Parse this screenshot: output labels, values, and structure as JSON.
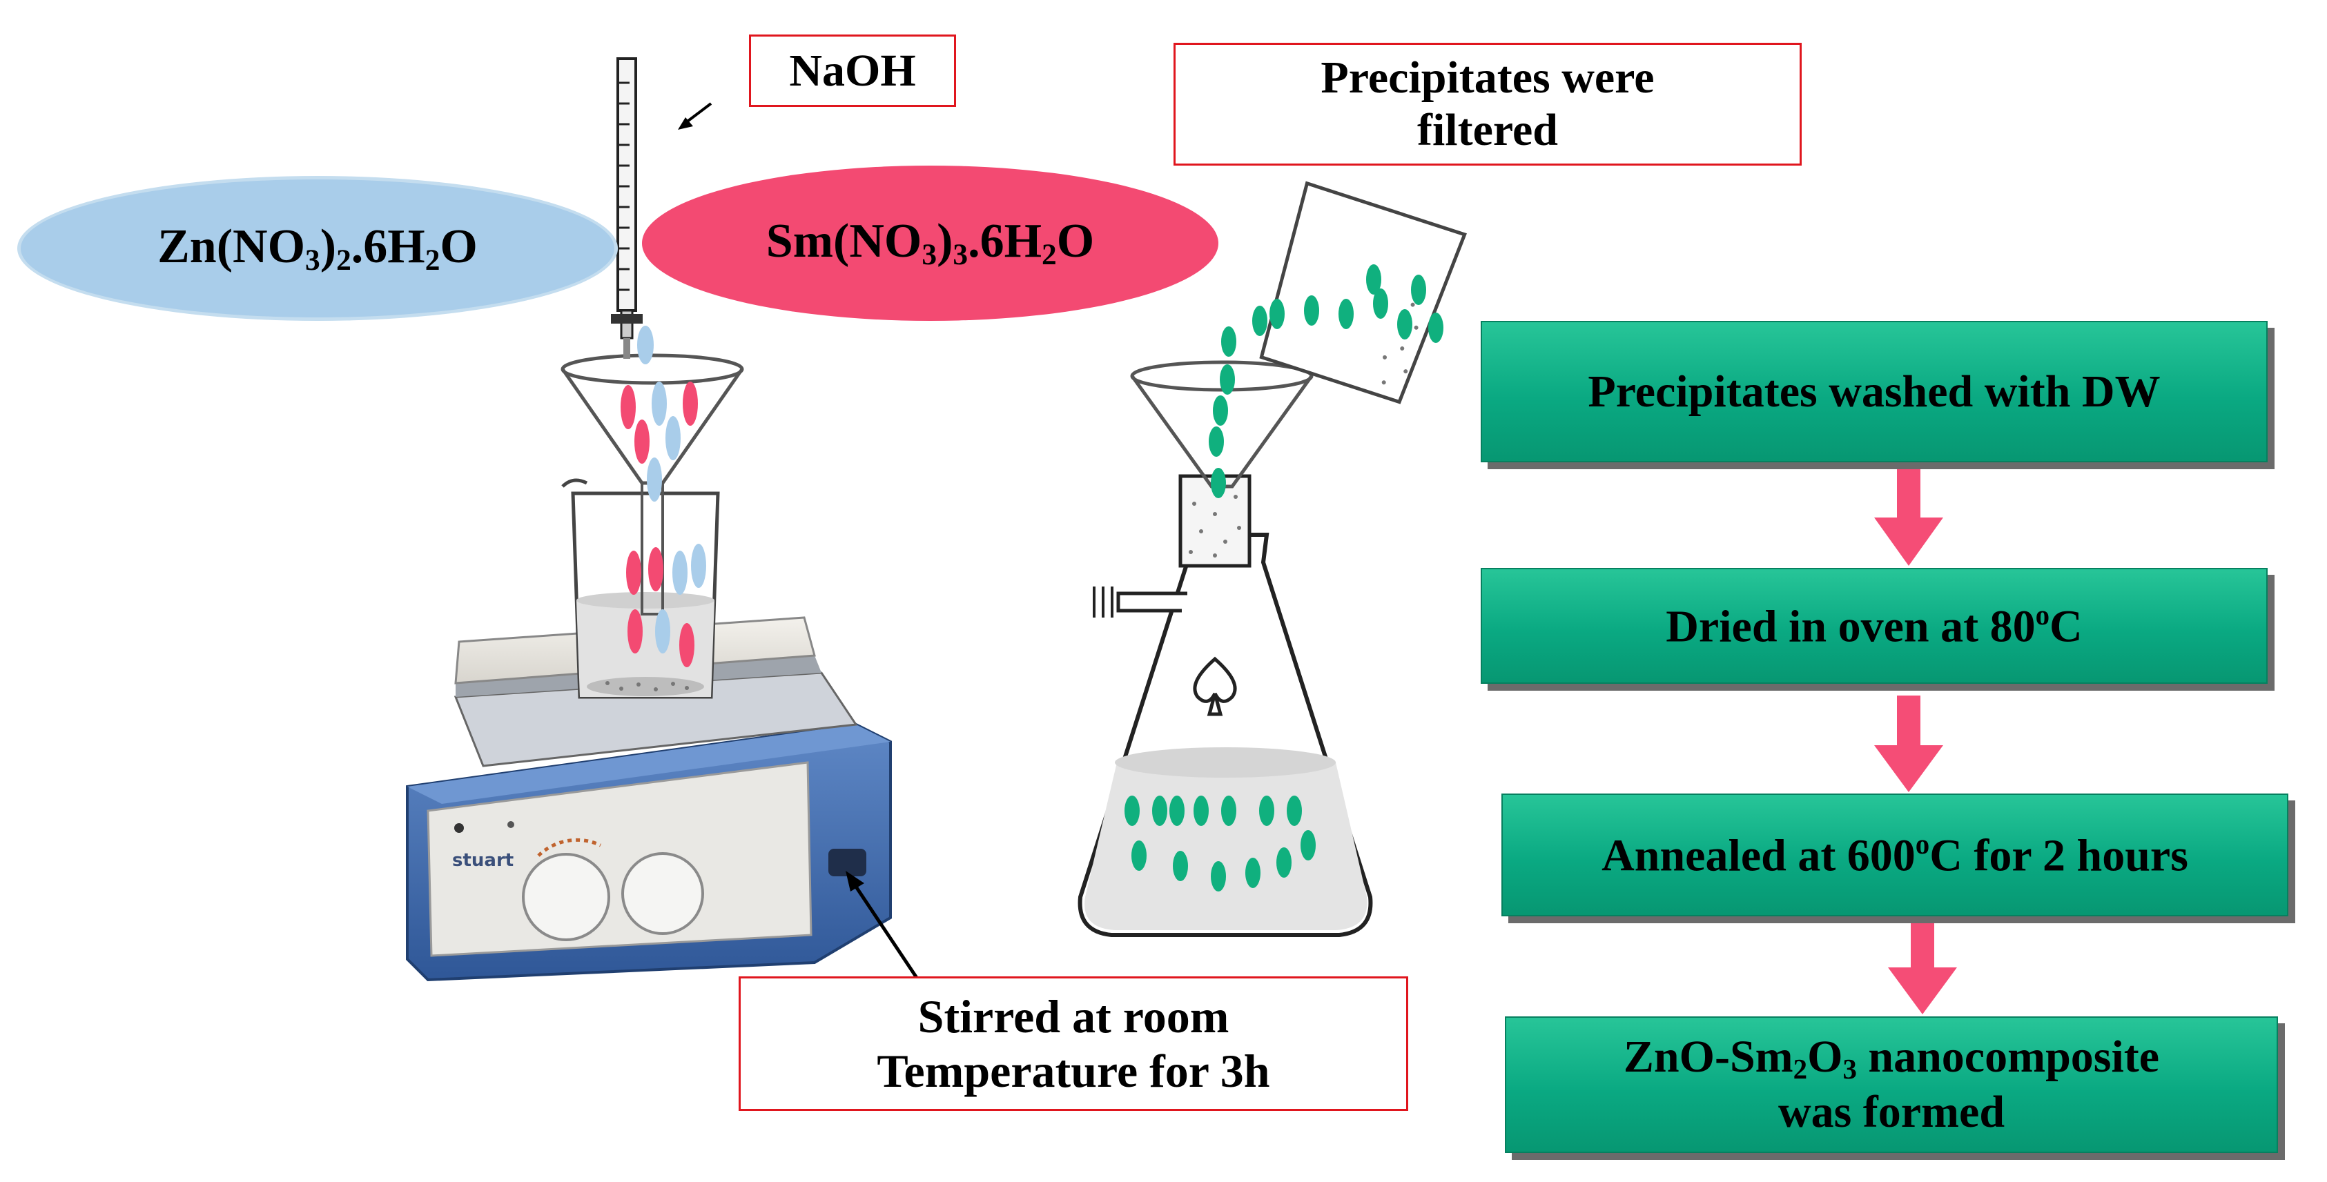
{
  "labels": {
    "naoh": "NaOH",
    "filtered_line1": "Precipitates were",
    "filtered_line2": "filtered",
    "zn_prefix": "Zn(NO",
    "zn_sub3": "3",
    "zn_mid": ")",
    "zn_sub2": "2",
    "zn_dot": ".6H",
    "zn_subh": "2",
    "zn_end": "O",
    "sm_prefix": "Sm(NO",
    "sm_sub3": "3",
    "sm_mid": ")",
    "sm_sub3b": "3",
    "sm_dot": ".6H",
    "sm_subh": "2",
    "sm_end": "O",
    "stir_line1": "Stirred at room",
    "stir_line2": "Temperature for 3h",
    "stuart": "stuart"
  },
  "steps": {
    "wash": "Precipitates washed with DW",
    "dry_prefix": "Dried in oven at 80",
    "dry_sup": "o",
    "dry_suffix": "C",
    "anneal_prefix": "Annealed at 600",
    "anneal_sup": "o",
    "anneal_suffix": "C for 2 hours",
    "formed_prefix": "ZnO-Sm",
    "formed_sub2": "2",
    "formed_o": "O",
    "formed_sub3": "3",
    "formed_suffix": " nanocomposite",
    "formed_line2": "was formed"
  },
  "colors": {
    "zn_blue": "#a9cdea",
    "sm_pink": "#f34a72",
    "precipitate_green": "#10b07e",
    "step_green": "#0aa982",
    "arrow_pink": "#f54d76",
    "box_red": "#e0161e"
  }
}
